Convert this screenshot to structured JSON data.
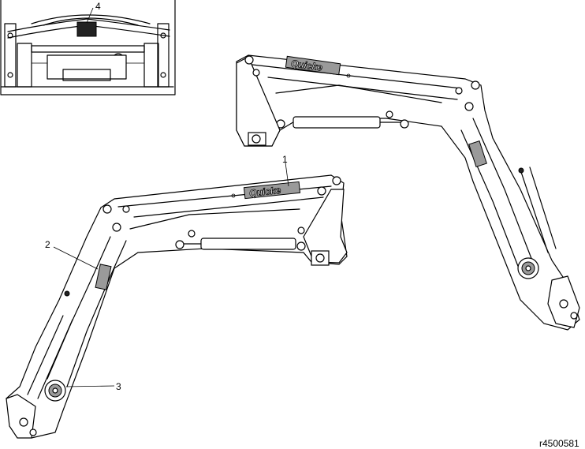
{
  "callouts": {
    "c1": "1",
    "c2": "2",
    "c3": "3",
    "c4": "4"
  },
  "brand": {
    "left_arm": "Quicke",
    "right_arm": "Quicke"
  },
  "reference": "r4500581",
  "icons": {
    "inset": "tractor-front-view-icon",
    "arms": "loader-arm-icon"
  }
}
